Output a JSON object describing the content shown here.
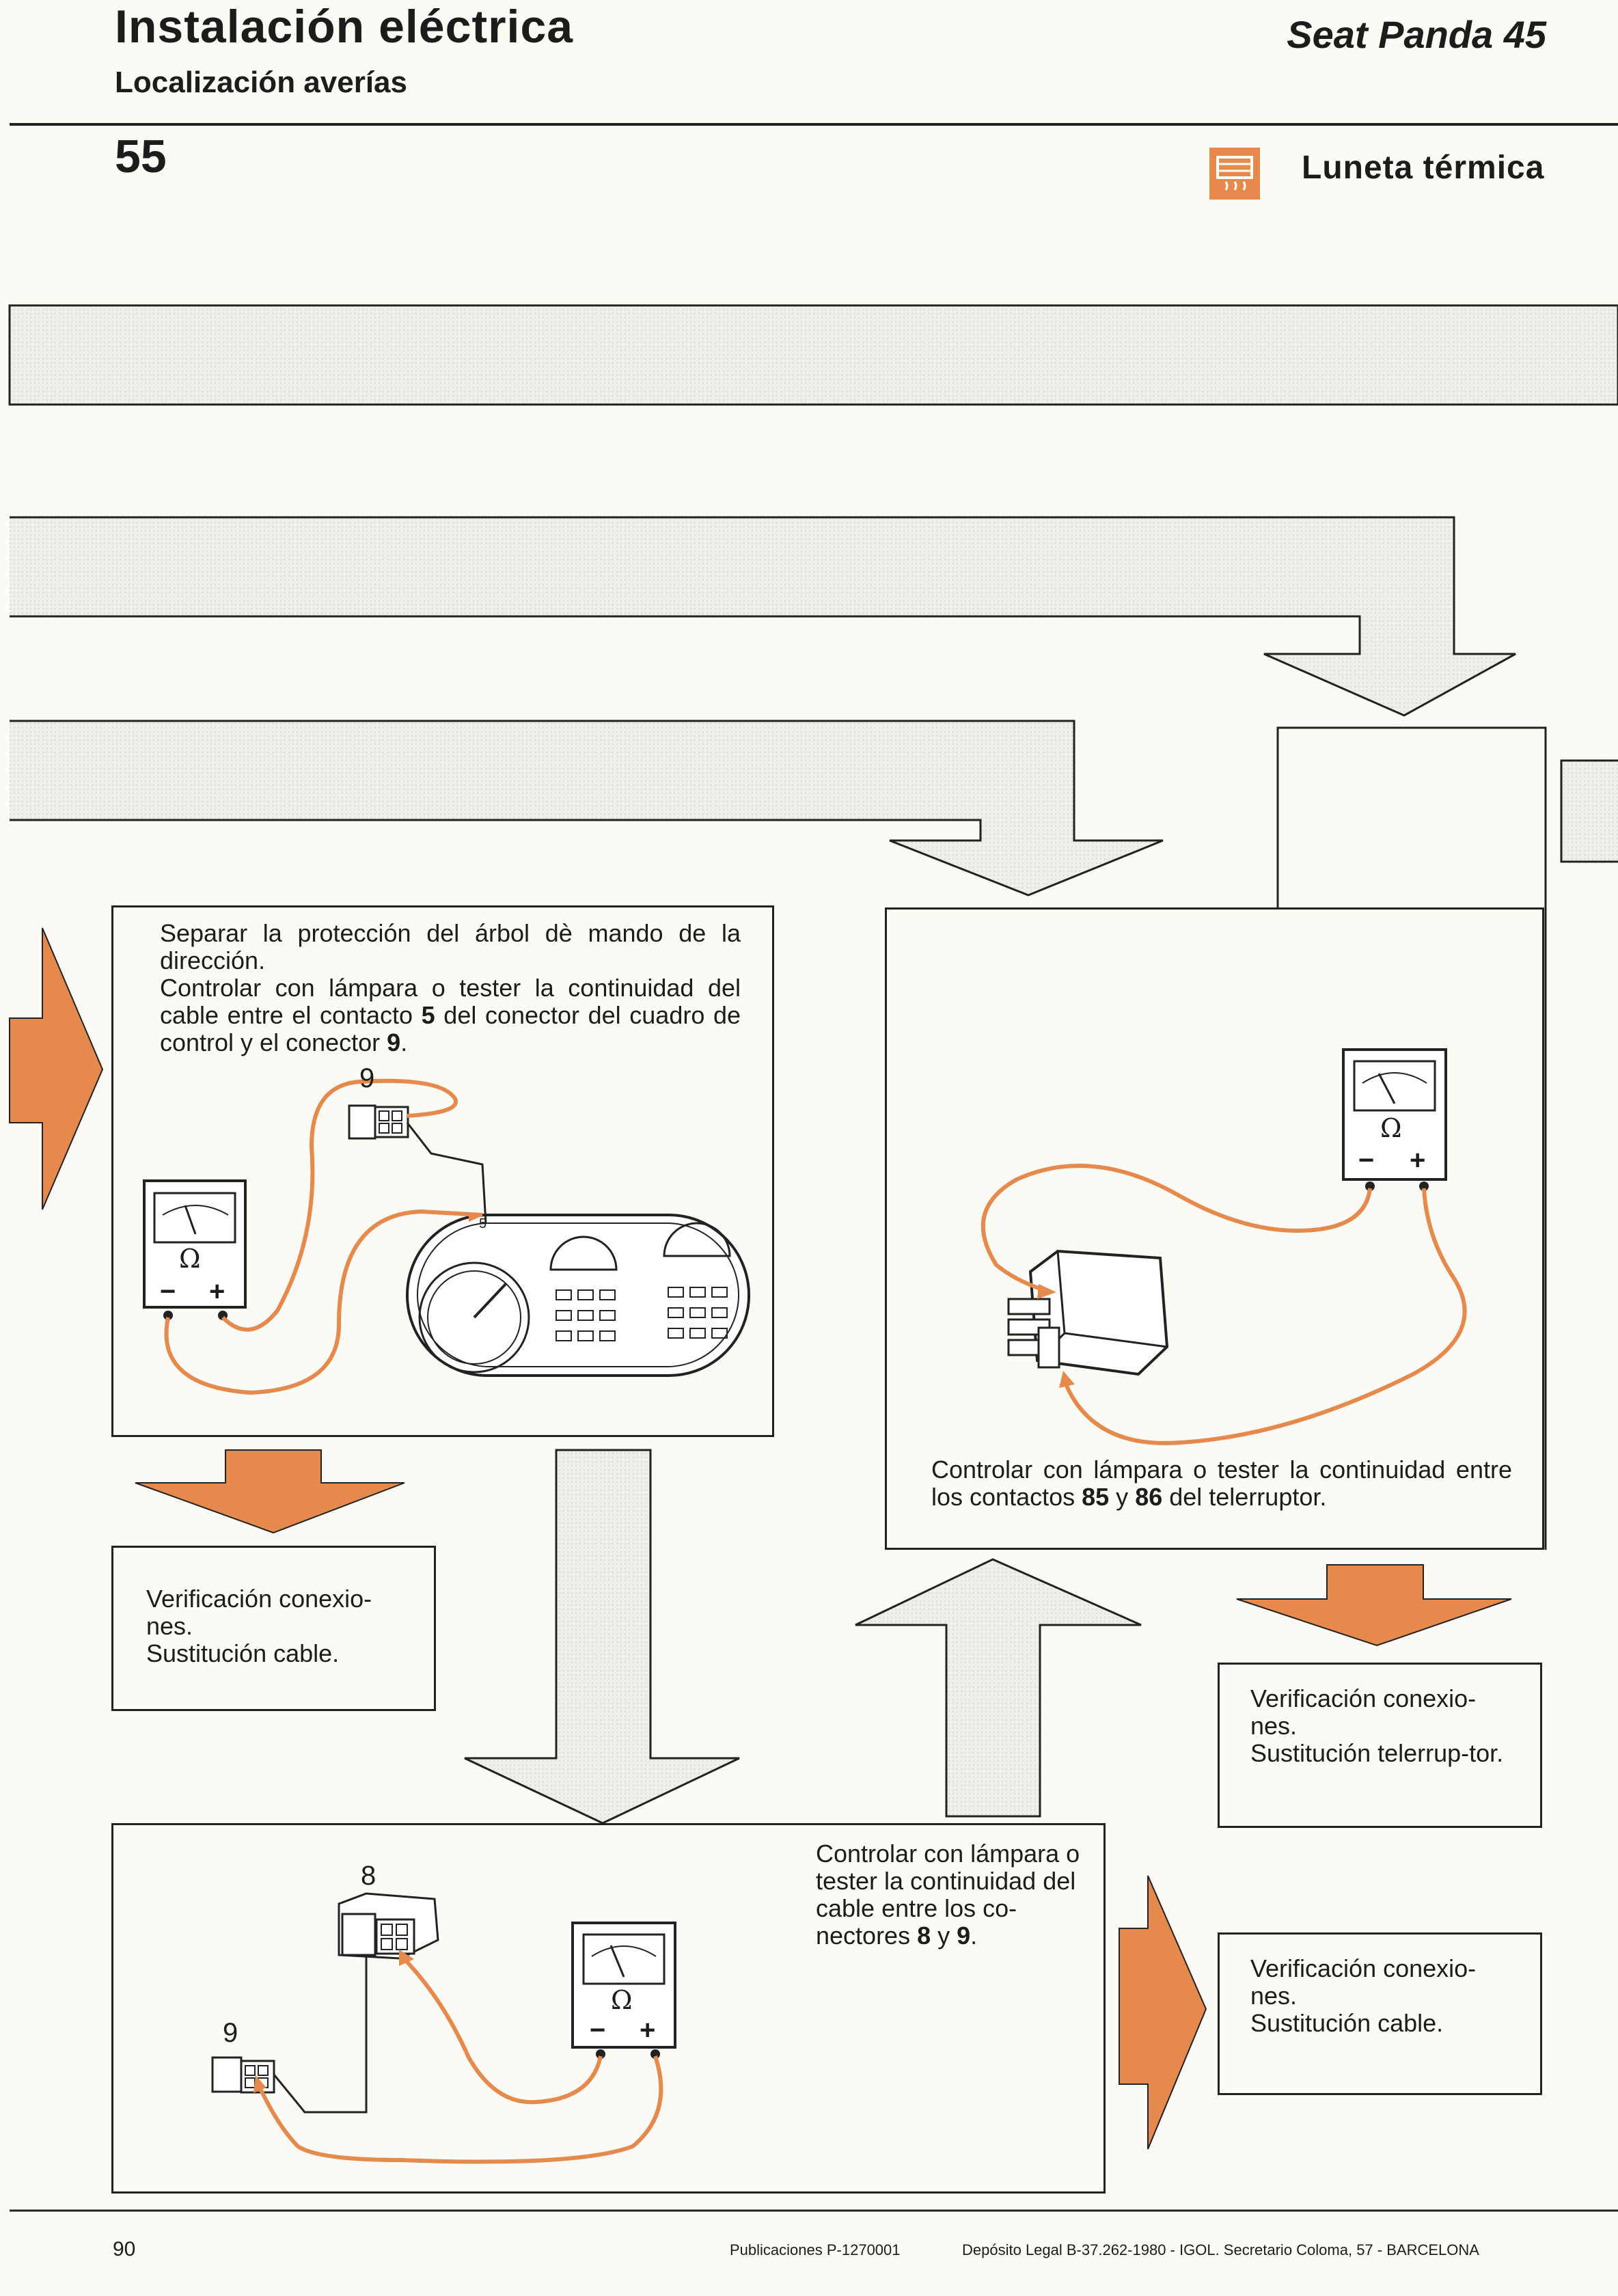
{
  "header": {
    "title": "Instalación eléctrica",
    "subtitle": "Localización averías",
    "model": "Seat Panda 45",
    "page_number": "55",
    "section": "Luneta térmica",
    "section_icon": "heated-rear-window-icon",
    "accent_color": "#e58a4c"
  },
  "boxes": {
    "a": {
      "line1": "Separar la protección del árbol dè mando de la dirección.",
      "line2_pre": "Controlar con lámpara o tester la continuidad del cable entre el contacto ",
      "line2_b1": "5",
      "line2_mid": " del conector del cuadro de control y el conector ",
      "line2_b2": "9",
      "line2_post": "."
    },
    "b": {
      "pre": "Controlar con lámpara o tester la continuidad entre los contactos ",
      "b1": "85",
      "mid": " y ",
      "b2": "86",
      "post": " del telerruptor."
    },
    "c": {
      "line1": "Verificación conexio-nes.",
      "line2": "Sustitución cable."
    },
    "d": {
      "line1": "Verificación conexio-nes.",
      "line2": "Sustitución telerrup-tor."
    },
    "e": {
      "pre": "Controlar con lámpara o tester la continuidad del cable entre los co-nectores ",
      "b1": "8",
      "mid": " y ",
      "b2": "9",
      "post": "."
    },
    "f": {
      "line1": "Verificación conexio-nes.",
      "line2": "Sustitución cable."
    }
  },
  "diagram_labels": {
    "connector_9_a": "9",
    "contact_5": "5",
    "connector_8": "8",
    "connector_9_b": "9",
    "ohm_a": "Ω",
    "ohm_b": "Ω",
    "ohm_c": "Ω",
    "minus": "−",
    "plus": "+"
  },
  "footer": {
    "page": "90",
    "publication": "Publicaciones P-1270001",
    "legal": "Depósito Legal B-37.262-1980 - IGOL. Secretario Coloma, 57 - BARCELONA"
  }
}
